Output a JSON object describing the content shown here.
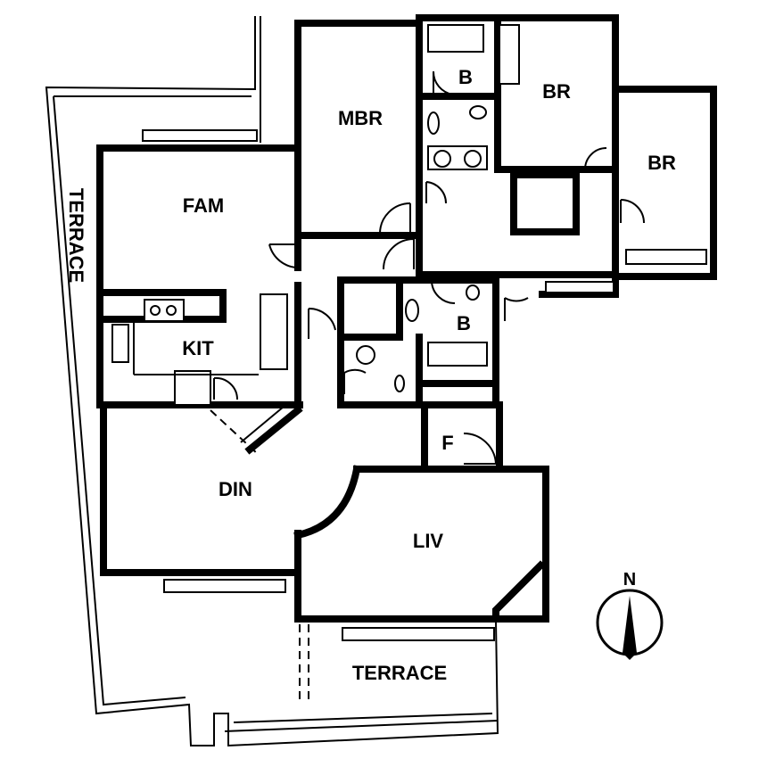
{
  "rooms": {
    "mbr": "MBR",
    "br1": "BR",
    "br2": "BR",
    "bath1": "B",
    "bath2": "B",
    "fam": "FAM",
    "kit": "KIT",
    "din": "DIN",
    "liv": "LIV",
    "foyer": "F",
    "terrace_west": "TERRACE",
    "terrace_south": "TERRACE"
  },
  "compass": {
    "label": "N"
  }
}
